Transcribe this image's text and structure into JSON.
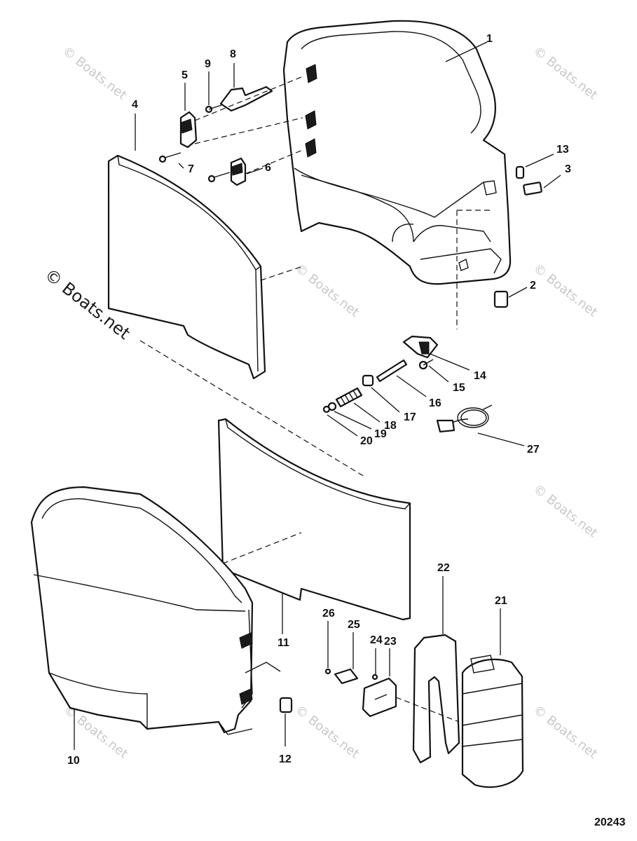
{
  "diagram_id": "20243",
  "watermark": "© Boats.net",
  "callouts": [
    "1",
    "2",
    "3",
    "4",
    "5",
    "6",
    "7",
    "8",
    "9",
    "10",
    "11",
    "12",
    "13",
    "14",
    "15",
    "16",
    "17",
    "18",
    "19",
    "20",
    "21",
    "22",
    "23",
    "24",
    "25",
    "26",
    "27"
  ]
}
